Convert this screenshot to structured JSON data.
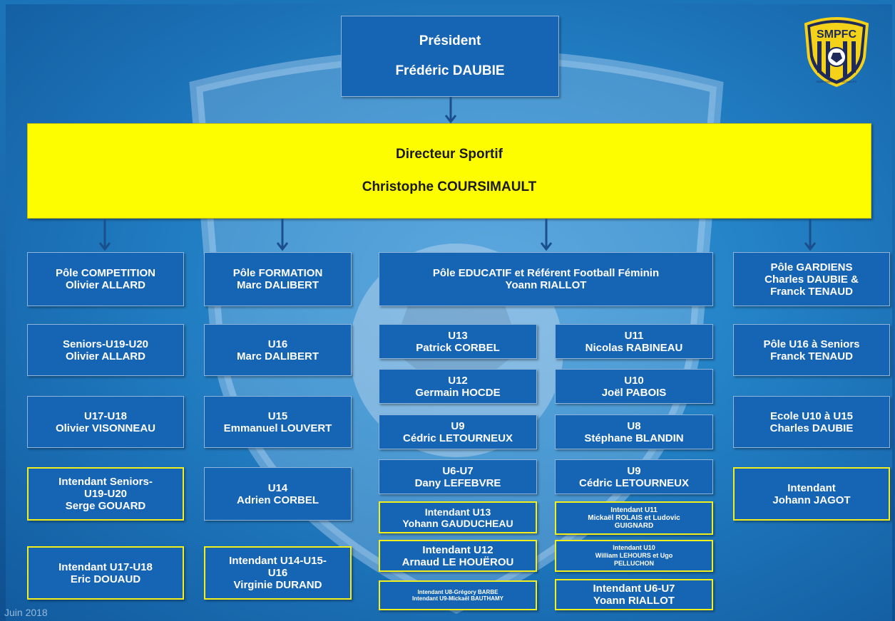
{
  "president": {
    "title": "Président",
    "name": "Frédéric DAUBIE"
  },
  "director": {
    "title": "Directeur Sportif",
    "name": "Christophe COURSIMAULT"
  },
  "poles": {
    "competition": {
      "line1": "Pôle COMPETITION",
      "line2": "Olivier ALLARD"
    },
    "formation": {
      "line1": "Pôle FORMATION",
      "line2": "Marc DALIBERT"
    },
    "educatif": {
      "line1": "Pôle EDUCATIF et Référent Football Féminin",
      "line2": "Yoann RIALLOT"
    },
    "gardiens": {
      "line1": "Pôle GARDIENS",
      "line2": "Charles DAUBIE &",
      "line3": "Franck TENAUD"
    }
  },
  "col1": [
    {
      "line1": "Seniors-U19-U20",
      "line2": "Olivier ALLARD"
    },
    {
      "line1": "U17-U18",
      "line2": "Olivier VISONNEAU"
    },
    {
      "line1": "Intendant Seniors-",
      "line2": "U19-U20",
      "line3": "Serge GOUARD"
    },
    {
      "line1": "Intendant U17-U18",
      "line2": "Eric DOUAUD"
    }
  ],
  "col2": [
    {
      "line1": "U16",
      "line2": "Marc DALIBERT"
    },
    {
      "line1": "U15",
      "line2": "Emmanuel LOUVERT"
    },
    {
      "line1": "U14",
      "line2": "Adrien CORBEL"
    },
    {
      "line1": "Intendant U14-U15-",
      "line2": "U16",
      "line3": "Virginie DURAND"
    }
  ],
  "col3": [
    {
      "line1": "U13",
      "line2": "Patrick CORBEL"
    },
    {
      "line1": "U12",
      "line2": "Germain HOCDE"
    },
    {
      "line1": "U9",
      "line2": "Cédric LETOURNEUX"
    },
    {
      "line1": "U6-U7",
      "line2": "Dany LEFEBVRE"
    },
    {
      "line1": "Intendant U13",
      "line2": "Yohann GAUDUCHEAU"
    },
    {
      "line1": "Intendant U12",
      "line2": "Arnaud LE HOUËROU"
    },
    {
      "line1": "Intendant U8-Grégory BARBE",
      "line2": "Intendant U9-Mickaël BAUTHAMY"
    }
  ],
  "col4": [
    {
      "line1": "U11",
      "line2": "Nicolas RABINEAU"
    },
    {
      "line1": "U10",
      "line2": "Joël PABOIS"
    },
    {
      "line1": "U8",
      "line2": "Stéphane BLANDIN"
    },
    {
      "line1": "U9",
      "line2": "Cédric LETOURNEUX"
    },
    {
      "line1": "Intendant U11",
      "line2": "Mickaël ROLAIS et Ludovic",
      "line3": "GUIGNARD"
    },
    {
      "line1": "Intendant U10",
      "line2": "William LEHOURS et Ugo",
      "line3": "PELLUCHON"
    },
    {
      "line1": "Intendant U6-U7",
      "line2": "Yoann RIALLOT"
    }
  ],
  "col5": [
    {
      "line1": "Pôle U16 à Seniors",
      "line2": "Franck TENAUD"
    },
    {
      "line1": "Ecole U10 à U15",
      "line2": "Charles DAUBIE"
    },
    {
      "line1": "Intendant",
      "line2": "Johann JAGOT"
    }
  ],
  "logo": {
    "text": "SMPFC",
    "subtext": "SAINT-MARTIN-PRINCIVAL-FC"
  },
  "footer": "Juin 2018",
  "colors": {
    "box": "#1664b4",
    "director": "#fdfd00",
    "accent_border": "#f2ef1d",
    "background": "#1a6cb0"
  }
}
